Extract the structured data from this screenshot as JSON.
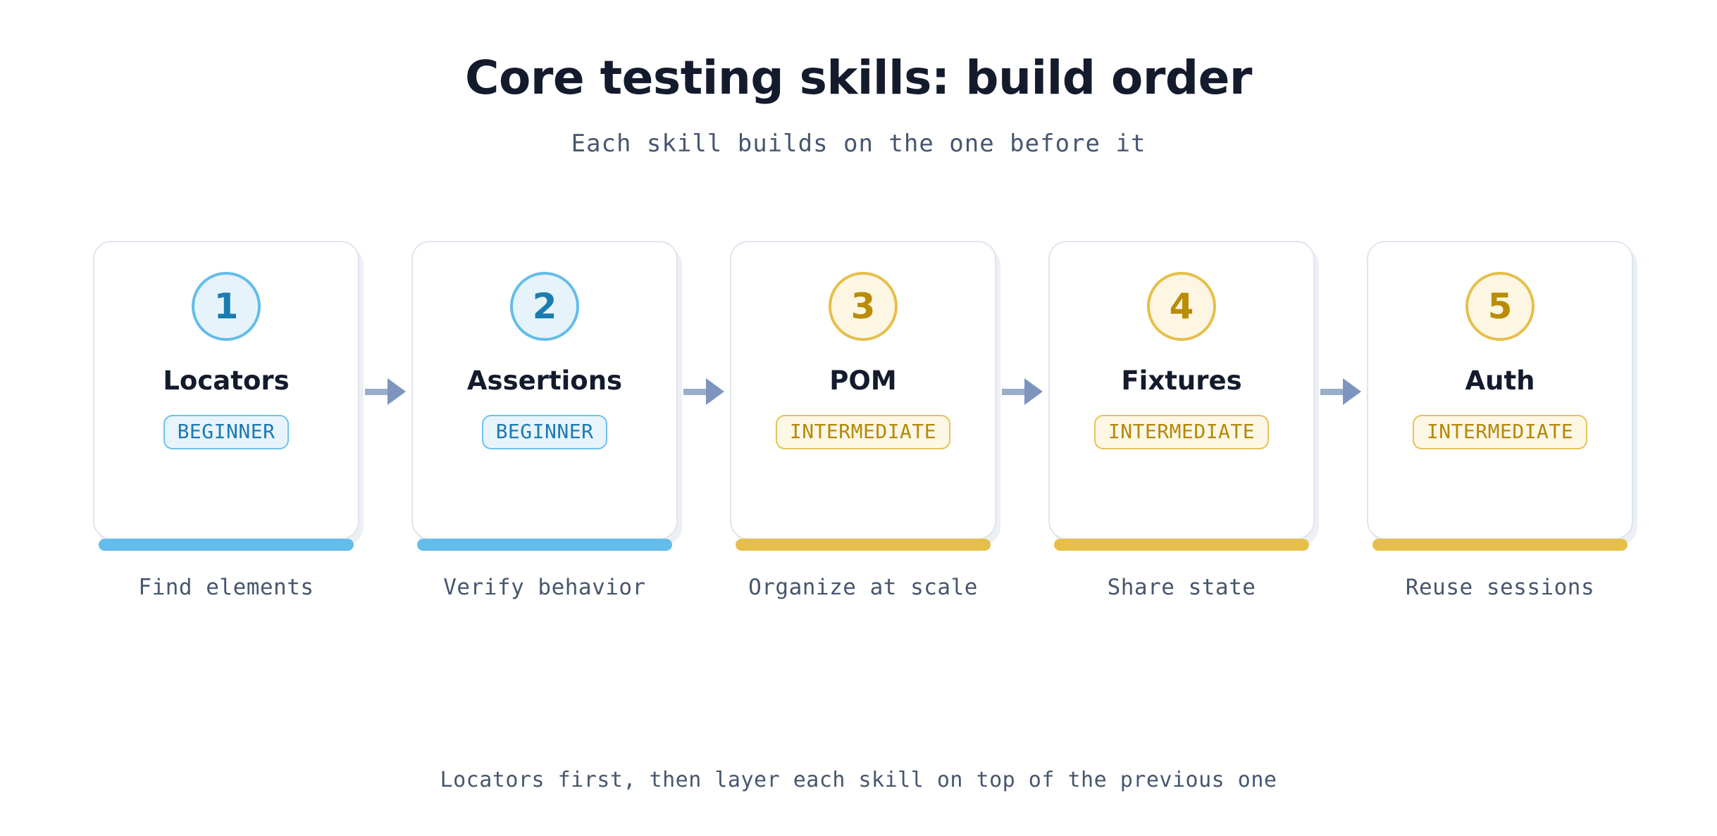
{
  "header": {
    "title": "Core testing skills: build order",
    "subtitle": "Each skill builds on the one before it"
  },
  "colors": {
    "background": "#ffffff",
    "title_text": "#141b2d",
    "muted_text": "#47566f",
    "card_border": "#dfe5ee",
    "card_shadow": "#eceff4",
    "beginner_accent": "#62bdeb",
    "beginner_fill": "#e6f3fb",
    "beginner_text": "#1a7ab5",
    "intermediate_accent": "#e6bf4a",
    "intermediate_fill": "#fdf6e3",
    "intermediate_text": "#b68806",
    "arrow_shaft": "#9aadc9",
    "arrow_head": "#7d95be"
  },
  "steps": [
    {
      "number": "1",
      "title": "Locators",
      "badge": "BEGINNER",
      "level": "beginner",
      "caption": "Find elements"
    },
    {
      "number": "2",
      "title": "Assertions",
      "badge": "BEGINNER",
      "level": "beginner",
      "caption": "Verify behavior"
    },
    {
      "number": "3",
      "title": "POM",
      "badge": "INTERMEDIATE",
      "level": "intermediate",
      "caption": "Organize at scale"
    },
    {
      "number": "4",
      "title": "Fixtures",
      "badge": "INTERMEDIATE",
      "level": "intermediate",
      "caption": "Share state"
    },
    {
      "number": "5",
      "title": "Auth",
      "badge": "INTERMEDIATE",
      "level": "intermediate",
      "caption": "Reuse sessions"
    }
  ],
  "footer": {
    "note": "Locators first, then layer each skill on top of the previous one"
  }
}
